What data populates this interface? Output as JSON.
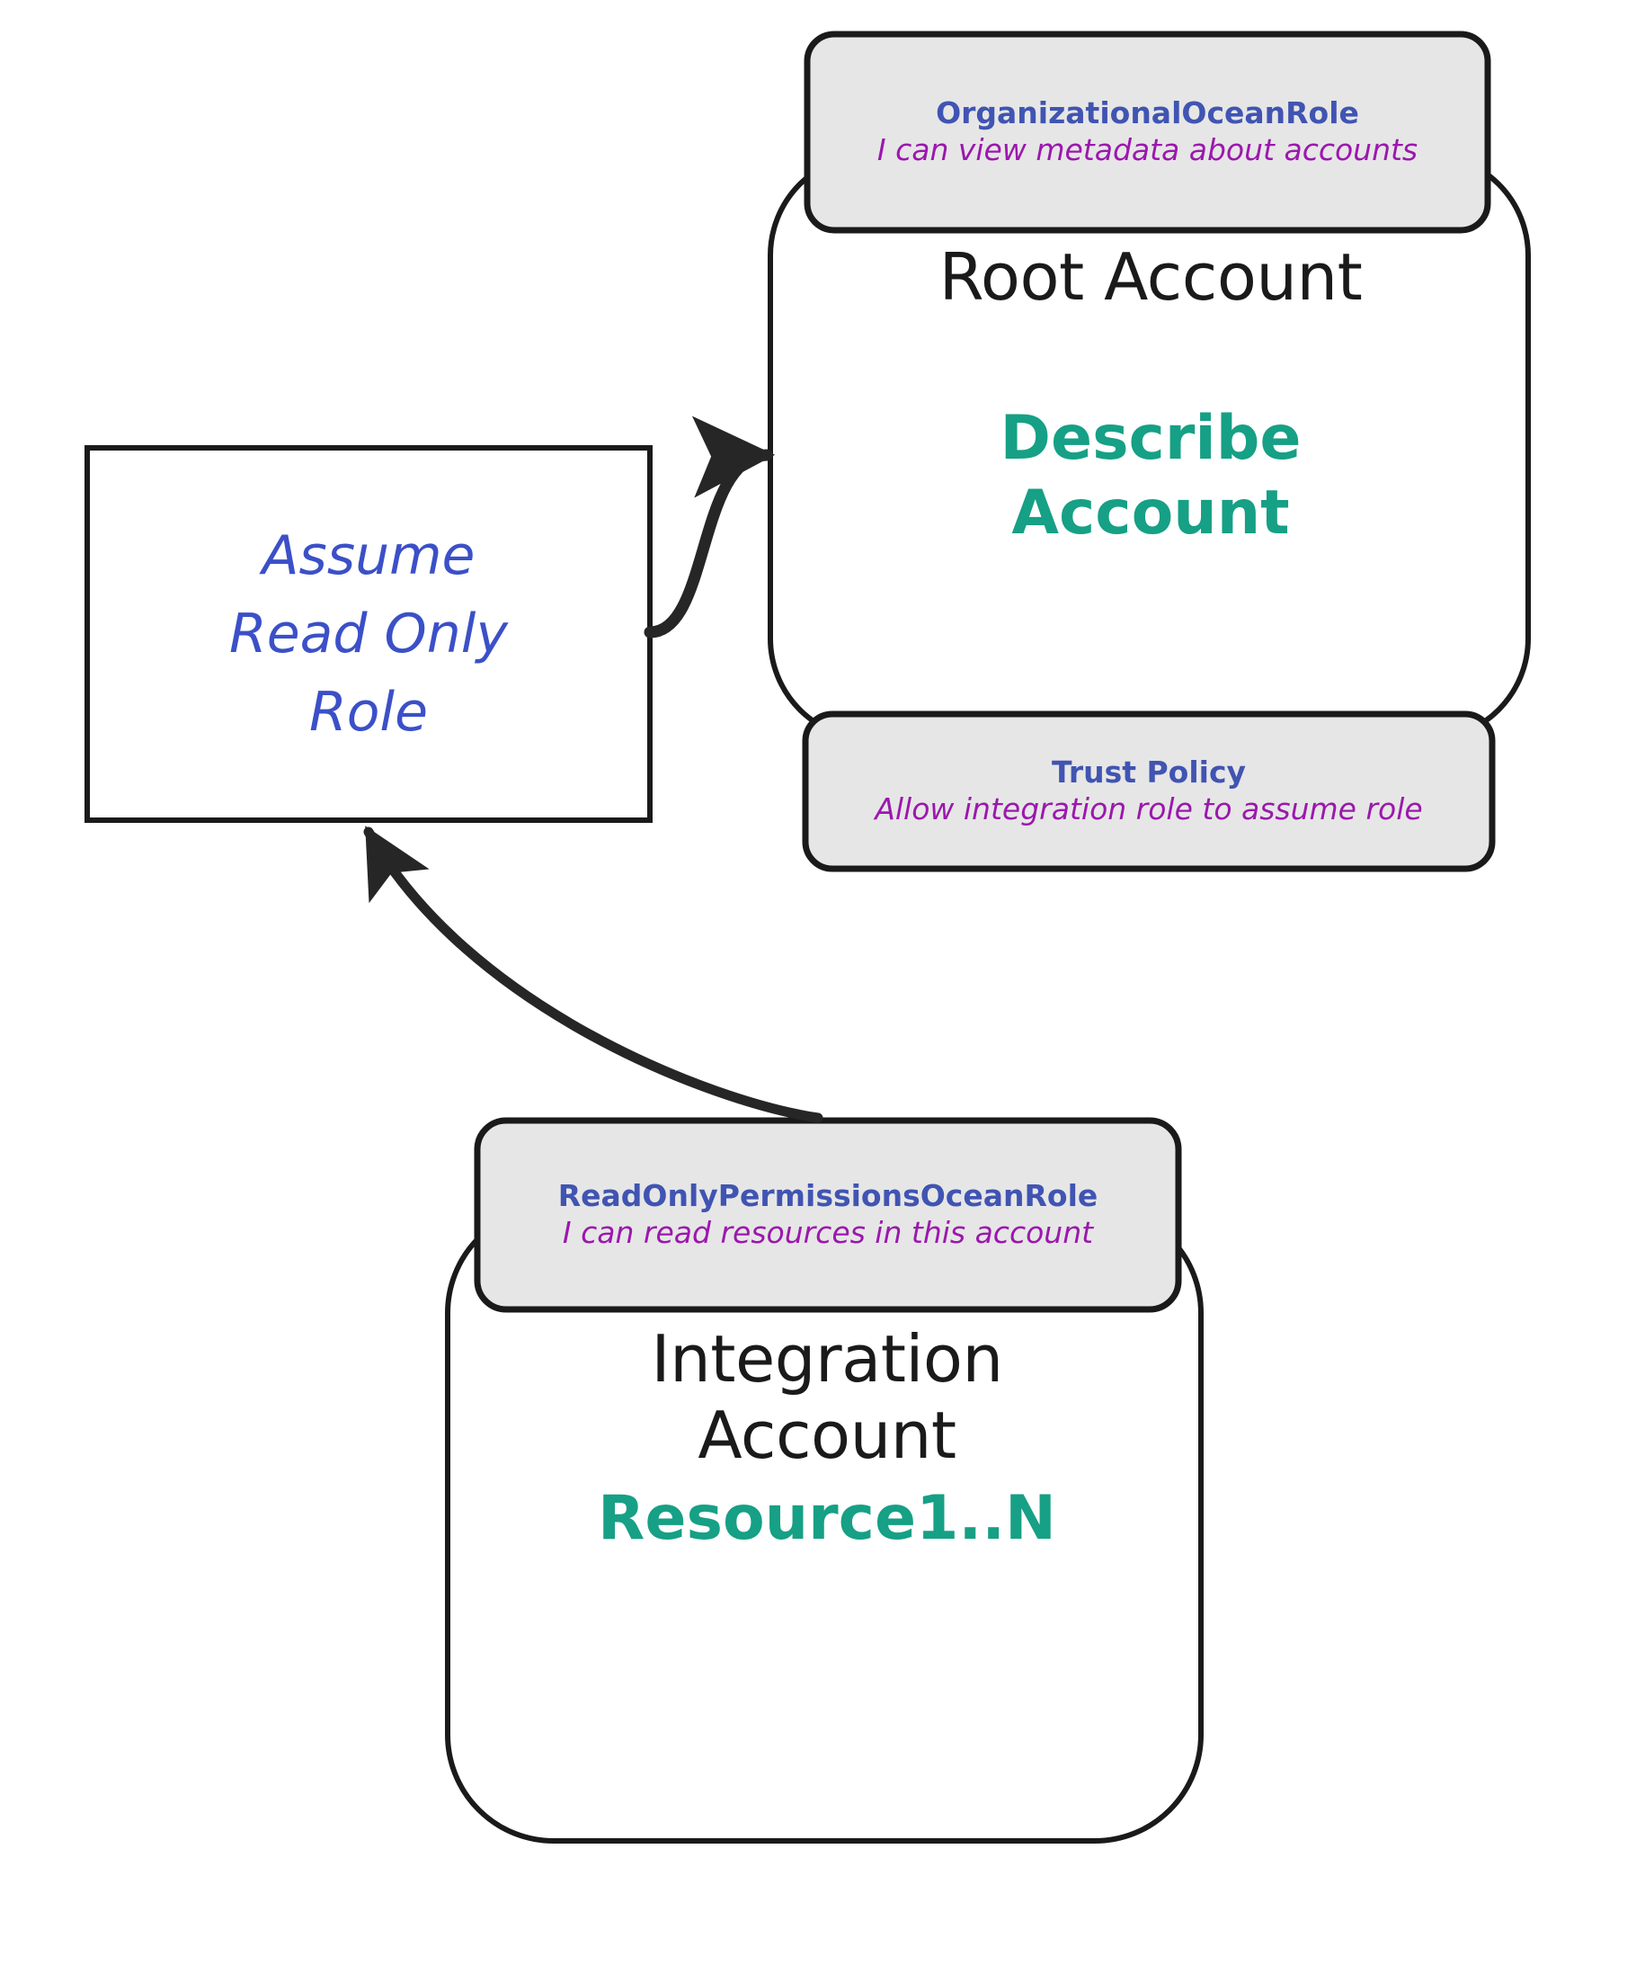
{
  "diagram": {
    "type": "aws-cross-account-role-diagram",
    "background": "#FFFFFF",
    "colors": {
      "role_name": "#4054B2",
      "role_description": "#9B18AD",
      "action_green": "#16A085",
      "edge_label_blue": "#3B50C8",
      "tag_fill": "#E6E6E6",
      "stroke": "#1A1A1A",
      "account_title": "#1A1A1A"
    }
  },
  "nodes": {
    "root_account": {
      "title": "Root Account",
      "action": "Describe\nAccount",
      "action_line1": "Describe",
      "action_line2": "Account"
    },
    "integration_account": {
      "title_line1": "Integration",
      "title_line2": "Account",
      "resources": "Resource1..N"
    },
    "assume_role_box": {
      "line1": "Assume",
      "line2": "Read Only",
      "line3": "Role"
    }
  },
  "tags": [
    {
      "id": "organizational-ocean-role",
      "title": "OrganizationalOceanRole",
      "description": "I can view metadata about accounts",
      "attached_to": "root_account",
      "position": "top"
    },
    {
      "id": "trust-policy",
      "title": "Trust Policy",
      "description": "Allow integration role to assume role",
      "attached_to": "root_account",
      "position": "bottom"
    },
    {
      "id": "read-only-permissions-ocean-role",
      "title": "ReadOnlyPermissionsOceanRole",
      "description": "I can read resources in this account",
      "attached_to": "integration_account",
      "position": "top"
    }
  ],
  "edges": [
    {
      "id": "assume-to-root",
      "from": "assume_role_box",
      "to": "root_account",
      "direction": "right",
      "arrowhead": true
    },
    {
      "id": "integration-to-assume",
      "from": "read-only-permissions-ocean-role",
      "to": "assume_role_box",
      "direction": "up",
      "arrowhead": true
    }
  ]
}
